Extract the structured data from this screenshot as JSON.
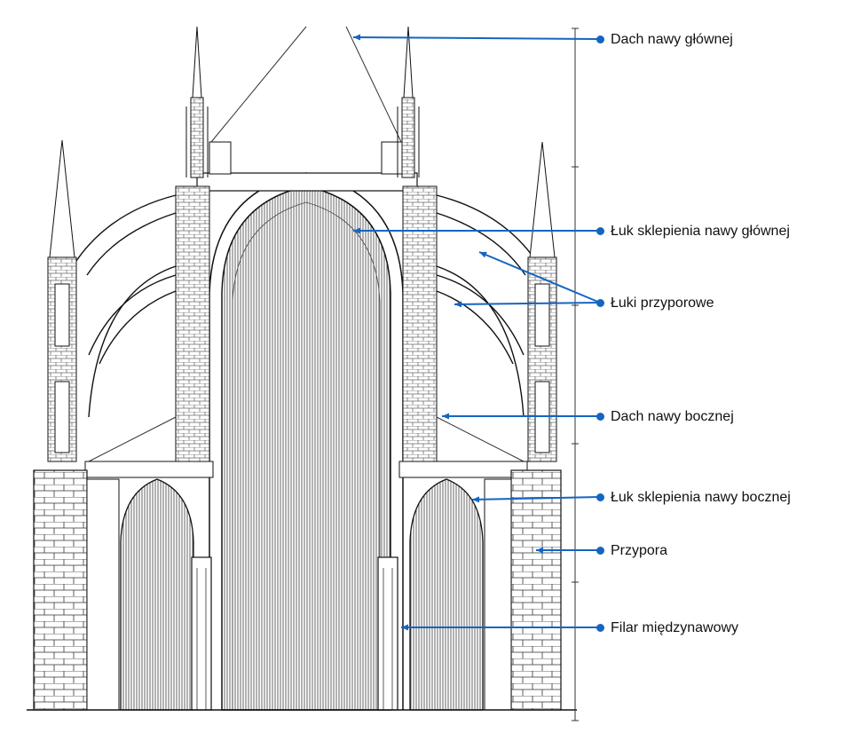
{
  "diagram": {
    "accent_color": "#1565c0",
    "drawing_color": "#1a1a1a",
    "subject": "cross-section of a gothic cathedral",
    "labels": [
      {
        "id": "main-nave-roof",
        "text": "Dach nawy głównej"
      },
      {
        "id": "main-nave-vault-arch",
        "text": "Łuk sklepienia nawy głównej"
      },
      {
        "id": "flying-buttresses",
        "text": "Łuki przyporowe"
      },
      {
        "id": "side-aisle-roof",
        "text": "Dach nawy bocznej"
      },
      {
        "id": "side-aisle-vault-arch",
        "text": "Łuk sklepienia nawy bocznej"
      },
      {
        "id": "buttress",
        "text": "Przypora"
      },
      {
        "id": "inter-nave-pillar",
        "text": "Filar międzynawowy"
      }
    ]
  }
}
